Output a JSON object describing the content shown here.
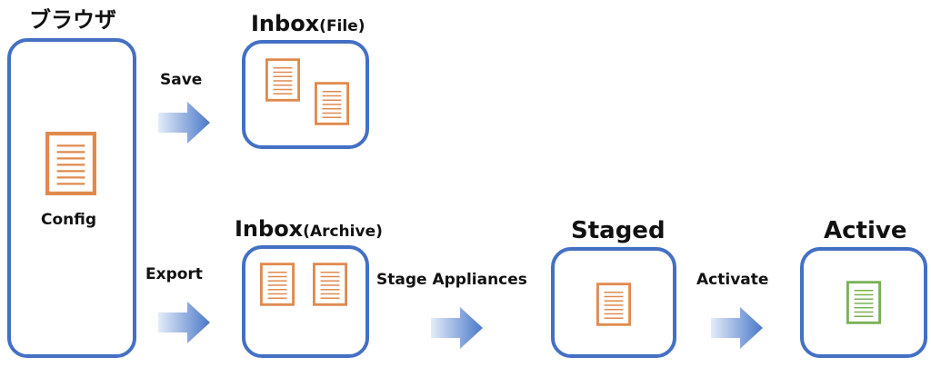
{
  "browser": {
    "title": "ブラウザ",
    "doc_label": "Config"
  },
  "inbox_file": {
    "title": "Inbox",
    "title_sub": "(File)"
  },
  "inbox_archive": {
    "title": "Inbox",
    "title_sub": "(Archive)"
  },
  "staged": {
    "title": "Staged"
  },
  "active": {
    "title": "Active"
  },
  "arrows": {
    "save": "Save",
    "export": "Export",
    "stage": "Stage Appliances",
    "activate": "Activate"
  },
  "colors": {
    "box_border": "#4470c4",
    "doc_orange": "#e08a4e",
    "doc_green": "#7ab056",
    "arrow_light": "#dbe6f5",
    "arrow_dark": "#4a78c8"
  }
}
